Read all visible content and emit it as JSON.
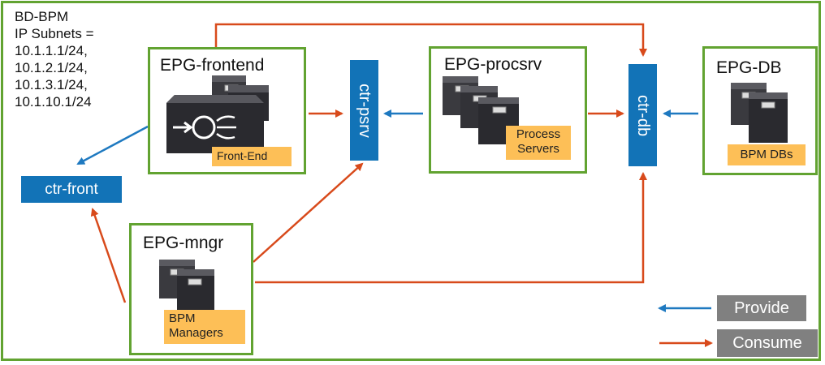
{
  "bridge_domain": {
    "lines": [
      "BD-BPM",
      "IP Subnets =",
      "10.1.1.1/24,",
      "10.1.2.1/24,",
      "10.1.3.1/24,",
      "10.1.10.1/24"
    ]
  },
  "epgs": {
    "frontend": {
      "title": "EPG-frontend",
      "label": "Front-End"
    },
    "procsrv": {
      "title": "EPG-procsrv",
      "label_lines": [
        "Process",
        "Servers"
      ]
    },
    "db": {
      "title": "EPG-DB",
      "label": "BPM DBs"
    },
    "mngr": {
      "title": "EPG-mngr",
      "label_lines": [
        "BPM",
        "Managers"
      ]
    }
  },
  "contracts": {
    "front": "ctr-front",
    "psrv": "ctr-psrv",
    "db": "ctr-db"
  },
  "legend": {
    "provide": "Provide",
    "consume": "Consume"
  },
  "colors": {
    "green_border": "#62a331",
    "contract_blue": "#1273b7",
    "provide_blue": "#1e79c0",
    "consume_red": "#d84a1b",
    "label_orange": "#fdbf57",
    "legend_gray": "#808080"
  }
}
